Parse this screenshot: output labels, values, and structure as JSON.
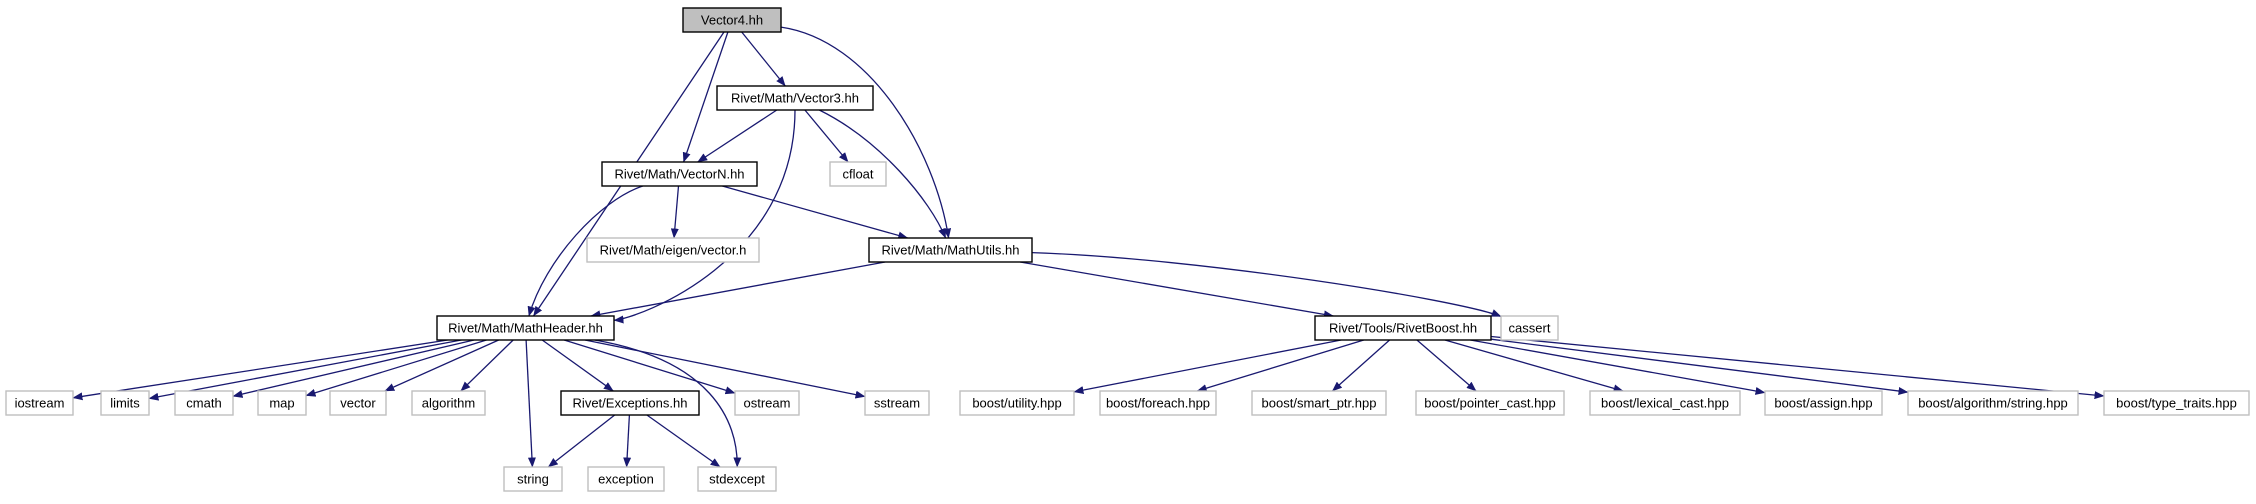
{
  "colors": {
    "edge": "#191970",
    "root_fill": "#bfbfbf",
    "local_border": "#000000",
    "external_border": "#bfbfbf",
    "external_text": "#404040"
  },
  "nodes": [
    {
      "id": "vector4",
      "label": "Vector4.hh",
      "kind": "root"
    },
    {
      "id": "vector3",
      "label": "Rivet/Math/Vector3.hh",
      "kind": "local"
    },
    {
      "id": "vectorn",
      "label": "Rivet/Math/VectorN.hh",
      "kind": "local"
    },
    {
      "id": "cfloat",
      "label": "cfloat",
      "kind": "external"
    },
    {
      "id": "eigen",
      "label": "Rivet/Math/eigen/vector.h",
      "kind": "external"
    },
    {
      "id": "mathutils",
      "label": "Rivet/Math/MathUtils.hh",
      "kind": "local"
    },
    {
      "id": "mathheader",
      "label": "Rivet/Math/MathHeader.hh",
      "kind": "local"
    },
    {
      "id": "rivetboost",
      "label": "Rivet/Tools/RivetBoost.hh",
      "kind": "local"
    },
    {
      "id": "cassert",
      "label": "cassert",
      "kind": "external"
    },
    {
      "id": "iostream",
      "label": "iostream",
      "kind": "external"
    },
    {
      "id": "limits",
      "label": "limits",
      "kind": "external"
    },
    {
      "id": "cmath",
      "label": "cmath",
      "kind": "external"
    },
    {
      "id": "map",
      "label": "map",
      "kind": "external"
    },
    {
      "id": "vector",
      "label": "vector",
      "kind": "external"
    },
    {
      "id": "algorithm",
      "label": "algorithm",
      "kind": "external"
    },
    {
      "id": "exceptions",
      "label": "Rivet/Exceptions.hh",
      "kind": "local"
    },
    {
      "id": "ostream",
      "label": "ostream",
      "kind": "external"
    },
    {
      "id": "sstream",
      "label": "sstream",
      "kind": "external"
    },
    {
      "id": "string",
      "label": "string",
      "kind": "external"
    },
    {
      "id": "exception",
      "label": "exception",
      "kind": "external"
    },
    {
      "id": "stdexcept",
      "label": "stdexcept",
      "kind": "external"
    },
    {
      "id": "butility",
      "label": "boost/utility.hpp",
      "kind": "external"
    },
    {
      "id": "bforeach",
      "label": "boost/foreach.hpp",
      "kind": "external"
    },
    {
      "id": "bsmartptr",
      "label": "boost/smart_ptr.hpp",
      "kind": "external"
    },
    {
      "id": "bpointercast",
      "label": "boost/pointer_cast.hpp",
      "kind": "external"
    },
    {
      "id": "blexicalcast",
      "label": "boost/lexical_cast.hpp",
      "kind": "external"
    },
    {
      "id": "bassign",
      "label": "boost/assign.hpp",
      "kind": "external"
    },
    {
      "id": "balgostring",
      "label": "boost/algorithm/string.hpp",
      "kind": "external"
    },
    {
      "id": "btypetraits",
      "label": "boost/type_traits.hpp",
      "kind": "external"
    }
  ],
  "edges": [
    {
      "from": "vector4",
      "to": "vector3"
    },
    {
      "from": "vector4",
      "to": "vectorn"
    },
    {
      "from": "vector4",
      "to": "mathutils"
    },
    {
      "from": "vector4",
      "to": "mathheader"
    },
    {
      "from": "vector3",
      "to": "vectorn"
    },
    {
      "from": "vector3",
      "to": "cfloat"
    },
    {
      "from": "vector3",
      "to": "mathutils"
    },
    {
      "from": "vector3",
      "to": "mathheader"
    },
    {
      "from": "vectorn",
      "to": "eigen"
    },
    {
      "from": "vectorn",
      "to": "mathutils"
    },
    {
      "from": "vectorn",
      "to": "mathheader"
    },
    {
      "from": "mathutils",
      "to": "mathheader"
    },
    {
      "from": "mathutils",
      "to": "rivetboost"
    },
    {
      "from": "mathutils",
      "to": "cassert"
    },
    {
      "from": "mathheader",
      "to": "iostream"
    },
    {
      "from": "mathheader",
      "to": "limits"
    },
    {
      "from": "mathheader",
      "to": "cmath"
    },
    {
      "from": "mathheader",
      "to": "map"
    },
    {
      "from": "mathheader",
      "to": "vector"
    },
    {
      "from": "mathheader",
      "to": "algorithm"
    },
    {
      "from": "mathheader",
      "to": "string"
    },
    {
      "from": "mathheader",
      "to": "exceptions"
    },
    {
      "from": "mathheader",
      "to": "stdexcept"
    },
    {
      "from": "mathheader",
      "to": "ostream"
    },
    {
      "from": "mathheader",
      "to": "sstream"
    },
    {
      "from": "exceptions",
      "to": "string"
    },
    {
      "from": "exceptions",
      "to": "exception"
    },
    {
      "from": "exceptions",
      "to": "stdexcept"
    },
    {
      "from": "rivetboost",
      "to": "butility"
    },
    {
      "from": "rivetboost",
      "to": "bforeach"
    },
    {
      "from": "rivetboost",
      "to": "bsmartptr"
    },
    {
      "from": "rivetboost",
      "to": "bpointercast"
    },
    {
      "from": "rivetboost",
      "to": "blexicalcast"
    },
    {
      "from": "rivetboost",
      "to": "bassign"
    },
    {
      "from": "rivetboost",
      "to": "balgostring"
    },
    {
      "from": "rivetboost",
      "to": "btypetraits"
    }
  ]
}
